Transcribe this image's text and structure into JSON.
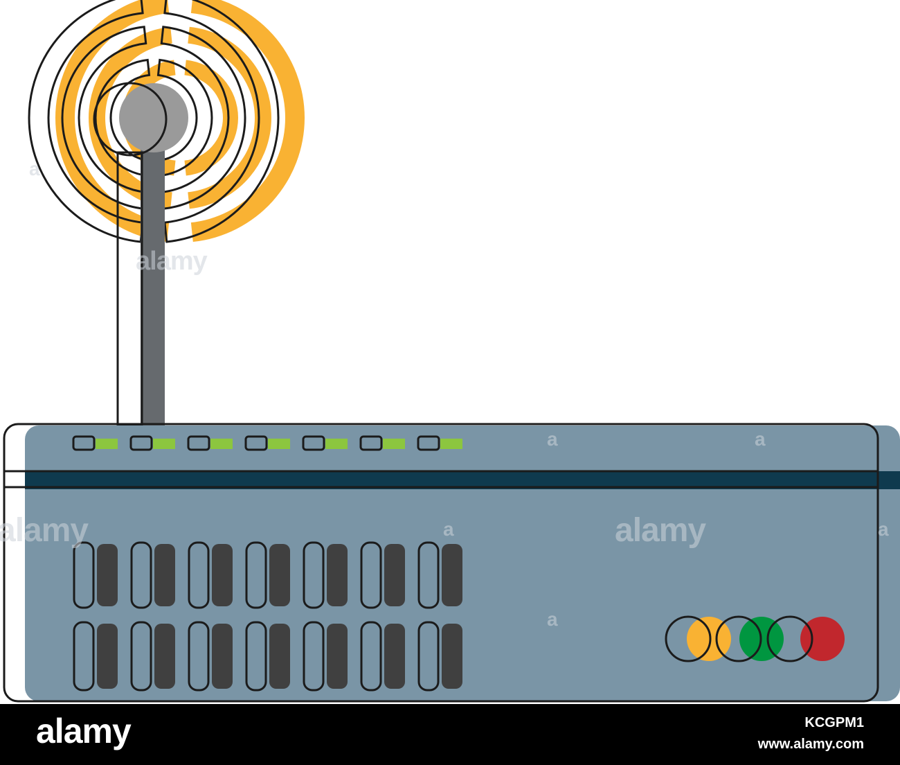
{
  "image": {
    "subject": "wireless router",
    "colors": {
      "background": "#ffffff",
      "router_body": "#7a95a6",
      "router_stripe": "#0f3a4e",
      "outline": "#1b1b1b",
      "signal_arc": "#f9b233",
      "antenna": "#666a6e",
      "antenna_top": "#9a9a9a",
      "led_indicator": "#8cc63f",
      "port_shadow": "#404040",
      "status_lights": [
        "#f9b233",
        "#009640",
        "#c1272d"
      ]
    },
    "icons": [
      "signal-arcs-icon",
      "antenna-icon",
      "router-body",
      "led-indicators",
      "ethernet-ports",
      "status-lights"
    ]
  },
  "watermark": {
    "text": "alamy",
    "letter": "a"
  },
  "footer": {
    "logo": "alamy",
    "image_id": "KCGPM1",
    "url": "www.alamy.com"
  }
}
